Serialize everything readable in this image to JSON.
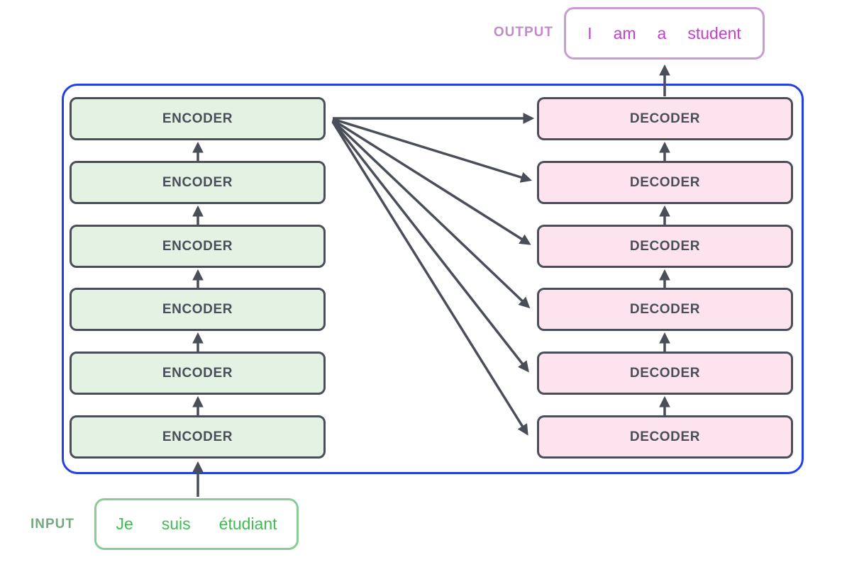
{
  "diagram": {
    "title": "transformer-encoder-decoder-stack",
    "output": {
      "label": "OUTPUT",
      "tokens": [
        "I",
        "am",
        "a",
        "student"
      ]
    },
    "input": {
      "label": "INPUT",
      "tokens": [
        "Je",
        "suis",
        "étudiant"
      ]
    },
    "encoders": [
      "ENCODER",
      "ENCODER",
      "ENCODER",
      "ENCODER",
      "ENCODER",
      "ENCODER"
    ],
    "decoders": [
      "DECODER",
      "DECODER",
      "DECODER",
      "DECODER",
      "DECODER",
      "DECODER"
    ],
    "colors": {
      "container_border": "#2240e8",
      "encoder_fill": "#e4f2e4",
      "decoder_fill": "#fce3ee",
      "box_border": "#4a4e58",
      "box_text": "#4a4e58",
      "arrow_color": "#4a4e58",
      "input_border": "#8acc97",
      "input_text": "#3fbd51",
      "input_label": "#72ab80",
      "output_border": "#cb9cd4",
      "output_text": "#c43fd1",
      "output_label": "#c08cc7"
    }
  }
}
